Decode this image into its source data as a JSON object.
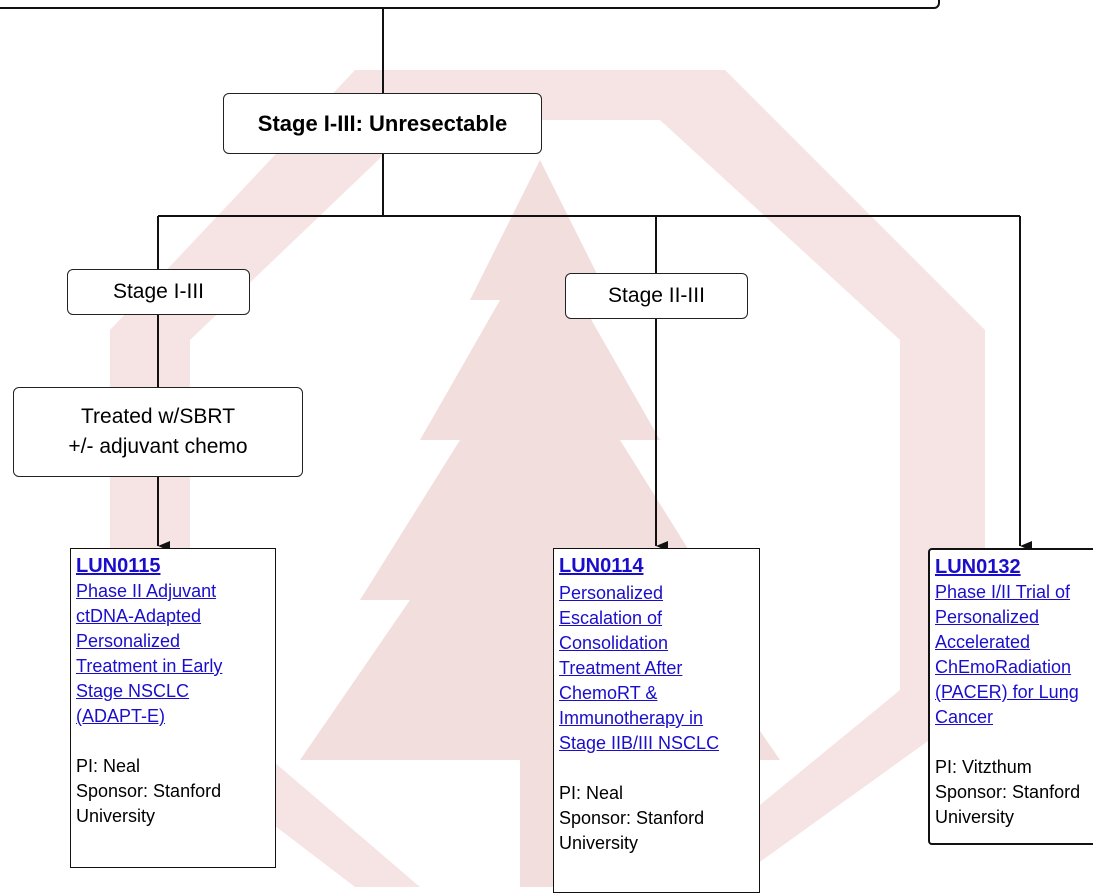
{
  "nodes": {
    "title": "Stage I-III: Unresectable",
    "stage_a": "Stage I-III",
    "stage_b": "Stage II-III",
    "sbrt_line1": "Treated w/SBRT",
    "sbrt_line2": "+/- adjuvant chemo"
  },
  "trials": [
    {
      "id": "LUN0115",
      "title": "Phase II Adjuvant\nctDNA-Adapted\nPersonalized\nTreatment in Early\nStage NSCLC\n(ADAPT-E)",
      "pi": "PI: Neal",
      "sponsor": "Sponsor: Stanford\nUniversity"
    },
    {
      "id": "LUN0114",
      "title": "Personalized\nEscalation of\nConsolidation\nTreatment After\nChemoRT &\nImmunotherapy in\nStage IIB/III NSCLC",
      "pi": "PI: Neal",
      "sponsor": "Sponsor: Stanford\nUniversity"
    },
    {
      "id": "LUN0132",
      "title": "Phase I/II Trial of\nPersonalized\nAccelerated\nChEmoRadiation\n(PACER) for Lung\nCancer",
      "pi": "PI: Vitzthum",
      "sponsor": "Sponsor: Stanford\nUniversity"
    }
  ],
  "colors": {
    "link": "#1a0dcc",
    "watermark": "#f3dede",
    "line": "#111111"
  },
  "icons": {
    "watermark": "stanford-tree-watermark-icon"
  }
}
